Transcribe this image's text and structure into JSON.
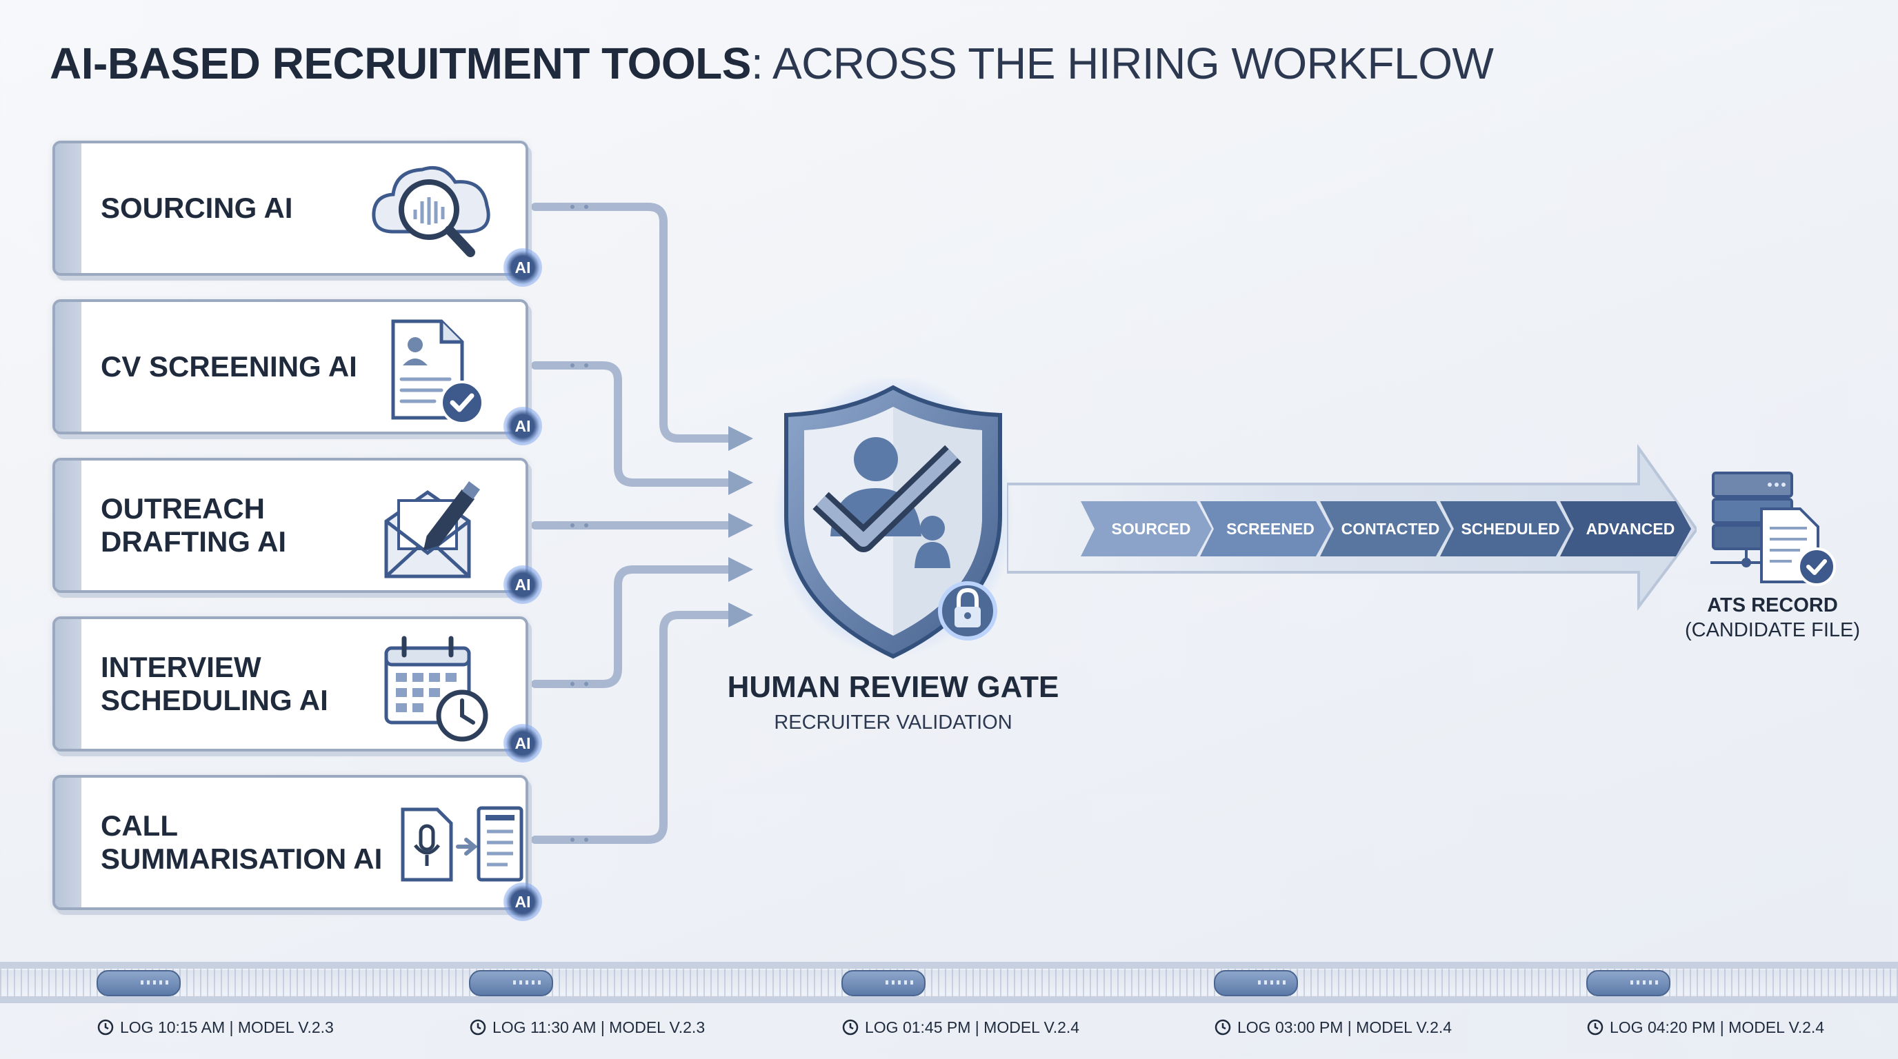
{
  "header": {
    "title_bold": "AI-BASED RECRUITMENT TOOLS",
    "title_rest": ": ACROSS THE HIRING WORKFLOW"
  },
  "tools": [
    {
      "label": "SOURCING AI",
      "icon": "cloud-search-icon",
      "badge": "AI"
    },
    {
      "label": "CV SCREENING AI",
      "icon": "cv-document-check-icon",
      "badge": "AI"
    },
    {
      "label": "OUTREACH\nDRAFTING AI",
      "icon": "envelope-pen-icon",
      "badge": "AI"
    },
    {
      "label": "INTERVIEW\nSCHEDULING AI",
      "icon": "calendar-clock-icon",
      "badge": "AI"
    },
    {
      "label": "CALL\nSUMMARISATION AI",
      "icon": "audio-to-document-icon",
      "badge": "AI"
    }
  ],
  "gate": {
    "title": "HUMAN REVIEW GATE",
    "subtitle": "RECRUITER VALIDATION",
    "icon": "shield-user-check-icon",
    "lock_icon": "lock-icon"
  },
  "stages": [
    {
      "label": "SOURCED",
      "color": "#8ba3c8"
    },
    {
      "label": "SCREENED",
      "color": "#6f8cb8"
    },
    {
      "label": "CONTACTED",
      "color": "#58769f"
    },
    {
      "label": "SCHEDULED",
      "color": "#4d6a97"
    },
    {
      "label": "ADVANCED",
      "color": "#3f5a86"
    }
  ],
  "ats": {
    "title": "ATS RECORD",
    "subtitle": "(CANDIDATE FILE)",
    "icon": "database-document-check-icon"
  },
  "logs": [
    "LOG 10:15 AM | MODEL V.2.3",
    "LOG 11:30 AM | MODEL V.2.3",
    "LOG 01:45 PM | MODEL V.2.4",
    "LOG 03:00 PM | MODEL V.2.4",
    "LOG 04:20 PM | MODEL V.2.4"
  ],
  "colors": {
    "text_dark": "#1f2b3d",
    "card_border": "#9aa8c0",
    "connector": "#a9b8d0",
    "accent_blue": "#3e5a8c",
    "glow": "#7fb0ff"
  }
}
